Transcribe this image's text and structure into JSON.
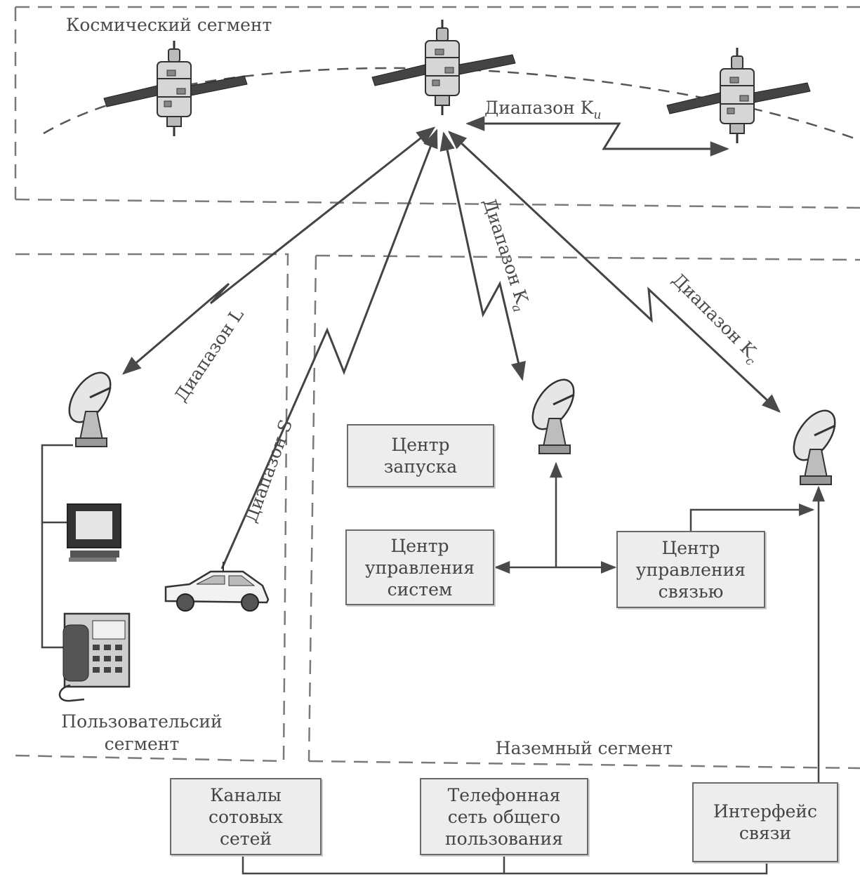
{
  "segments": {
    "space": "Космический сегмент",
    "user_line1": "Пользовательсий",
    "user_line2": "сегмент",
    "ground": "Наземный сегмент"
  },
  "bands": {
    "ku": "Диапазон K",
    "ku_sub": "u",
    "l": "Диапазон L",
    "s": "Диапазон S",
    "ka": "Диапазон K",
    "ka_sub": "a",
    "kc": "Диапазон K",
    "kc_sub": "c"
  },
  "boxes": {
    "launch_center": "Центр\nзапуска",
    "system_control": "Центр\nуправления\nсистем",
    "comm_control": "Центр\nуправления\nсвязью",
    "cellular": "Каналы\nсотовых\nсетей",
    "public_phone": "Телефонная\nсеть общего\nпользования",
    "comm_interface": "Интерфейс\nсвязи"
  }
}
